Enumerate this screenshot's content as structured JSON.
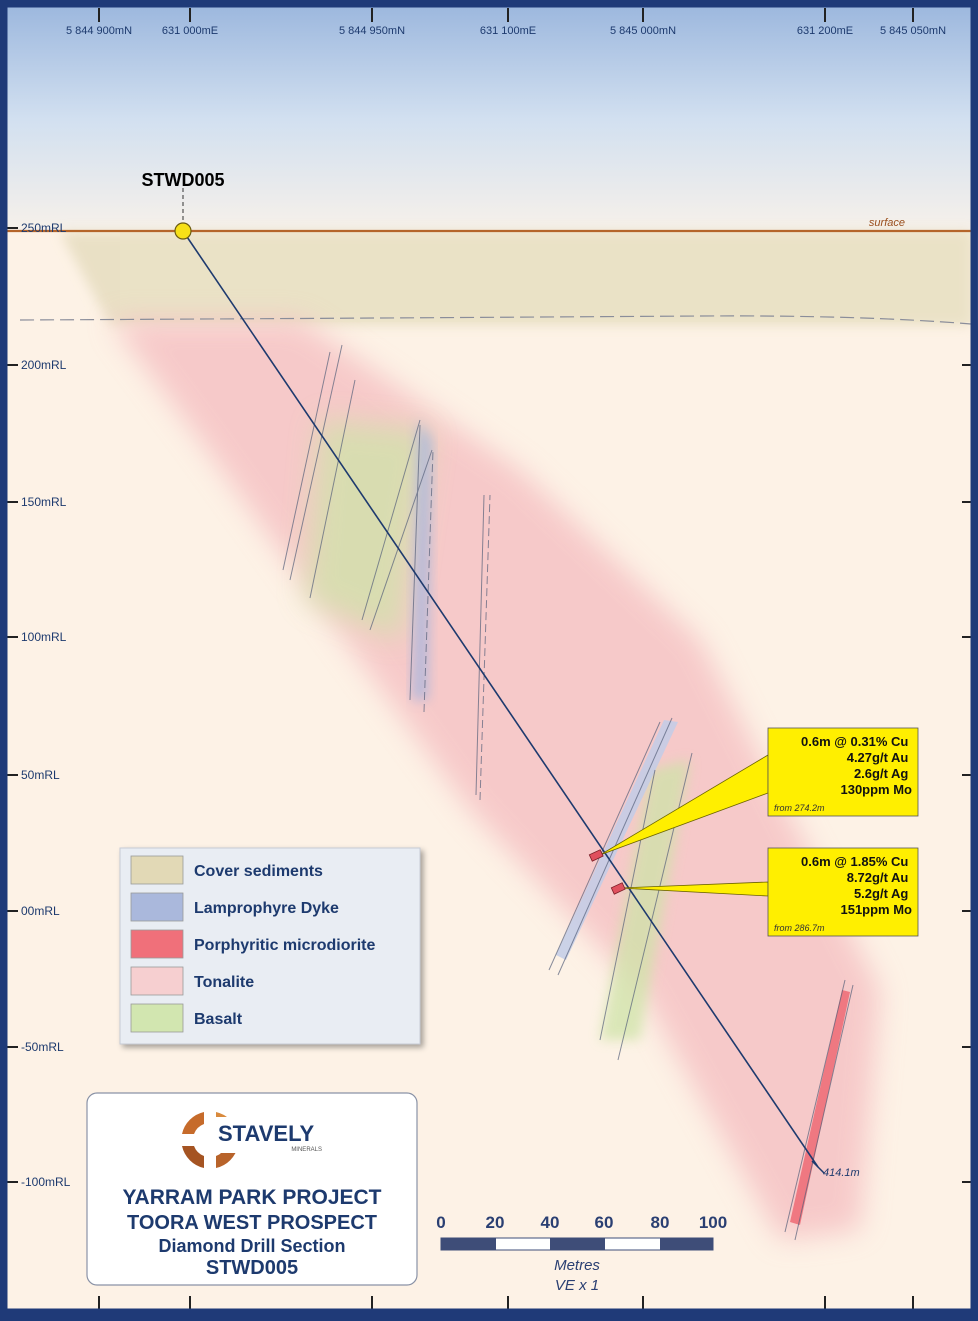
{
  "top_axis": {
    "labels": [
      "5 844 900mN",
      "631 000mE",
      "5 844 950mN",
      "631 100mE",
      "5 845 000mN",
      "631 200mE",
      "5 845 050mN"
    ]
  },
  "rl_axis": {
    "labels": [
      "250mRL",
      "200mRL",
      "150mRL",
      "100mRL",
      "50mRL",
      "00mRL",
      "-50mRL",
      "-100mRL"
    ]
  },
  "surface_label": "surface",
  "drillhole": {
    "name": "STWD005",
    "end_depth": "414.1m"
  },
  "intercepts": [
    {
      "lines": [
        "0.6m @ 0.31% Cu",
        "4.27g/t Au",
        "2.6g/t Ag",
        "130ppm Mo"
      ],
      "from": "from 274.2m"
    },
    {
      "lines": [
        "0.6m @ 1.85% Cu",
        "8.72g/t Au",
        "5.2g/t Ag",
        "151ppm Mo"
      ],
      "from": "from 286.7m"
    }
  ],
  "legend": [
    {
      "label": "Cover sediments",
      "color": "#e2d9b6"
    },
    {
      "label": "Lamprophyre Dyke",
      "color": "#aab8dc"
    },
    {
      "label": "Porphyritic microdiorite",
      "color": "#f0707a"
    },
    {
      "label": "Tonalite",
      "color": "#f6cfd0"
    },
    {
      "label": "Basalt",
      "color": "#d2e6b0"
    }
  ],
  "title_block": {
    "company_name": "STAVELY",
    "company_sub": "MINERALS",
    "project": "YARRAM PARK PROJECT",
    "prospect": "TOORA WEST PROSPECT",
    "section_type": "Diamond Drill Section",
    "hole": "STWD005"
  },
  "scale_bar": {
    "ticks": [
      "0",
      "20",
      "40",
      "60",
      "80",
      "100"
    ],
    "units": "Metres",
    "ve": "VE x 1"
  },
  "colors": {
    "frame": "#1f3a78",
    "background": "#fdf2e6",
    "surface_line": "#b5652a",
    "collar": "#f7e017",
    "callout": "#ffef00",
    "text_dark": "#1d3a6e"
  }
}
